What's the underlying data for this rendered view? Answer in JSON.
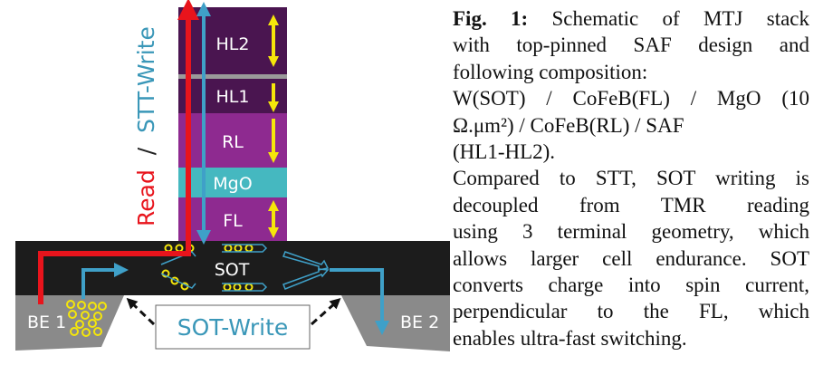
{
  "diagram": {
    "layers": {
      "hl2": "HL2",
      "hl1": "HL1",
      "rl": "RL",
      "mgo": "MgO",
      "fl": "FL",
      "sot": "SOT"
    },
    "electrodes": {
      "be1": "BE 1",
      "be2": "BE 2"
    },
    "side_label": {
      "read": "Read",
      "sep": "/",
      "stt": "STT-Write"
    },
    "sot_write_label": "SOT-Write",
    "colors": {
      "read": "#e8141c",
      "write": "#3fa0c8",
      "spin": "#f5e60a",
      "dark_layer": "#4a1550",
      "magenta_layer": "#8e2a90",
      "mgo": "#45b8c0",
      "sot": "#1c1c1c",
      "electrode": "#8a8a8a"
    }
  },
  "caption": {
    "fig_label": "Fig. 1:",
    "lines": [
      " Schematic of MTJ stack",
      "with top-pinned SAF design and",
      "following composition:",
      "W(SOT) / CoFeB(FL) / MgO (10",
      "Ω.μm²) / CoFeB(RL) / SAF",
      "(HL1-HL2).",
      "Compared to STT, SOT writing is",
      "decoupled from TMR reading",
      "using 3 terminal geometry, which",
      "allows larger cell endurance. SOT",
      "converts charge into spin current,",
      "perpendicular to the FL, which",
      "enables ultra-fast switching."
    ]
  }
}
